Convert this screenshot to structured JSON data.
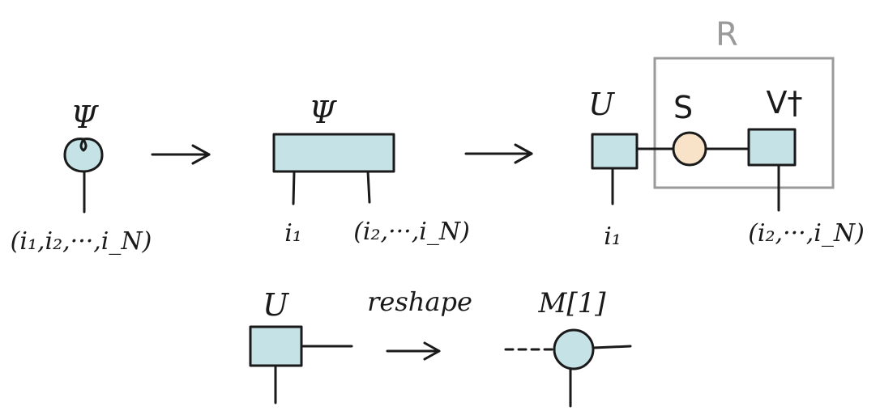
{
  "labels": {
    "psi_node": "Ψ",
    "psi_node_index": "(i₁,i₂,···,i_N)",
    "psi_matrix": "Ψ",
    "psi_matrix_row_index": "i₁",
    "psi_matrix_col_index": "(i₂,···,i_N)",
    "svd_u": "U",
    "svd_s": "S",
    "svd_vdag": "V†",
    "svd_r": "R",
    "svd_u_index": "i₁",
    "svd_v_index": "(i₂,···,i_N)",
    "reshape_u": "U",
    "reshape_word": "reshape",
    "reshape_result": "M[1]"
  },
  "colors": {
    "tensor_fill": "#c5e3e6",
    "singular_fill": "#f9e3c8",
    "ink": "#1a1a1a",
    "group_box": "#9a9a9a"
  }
}
